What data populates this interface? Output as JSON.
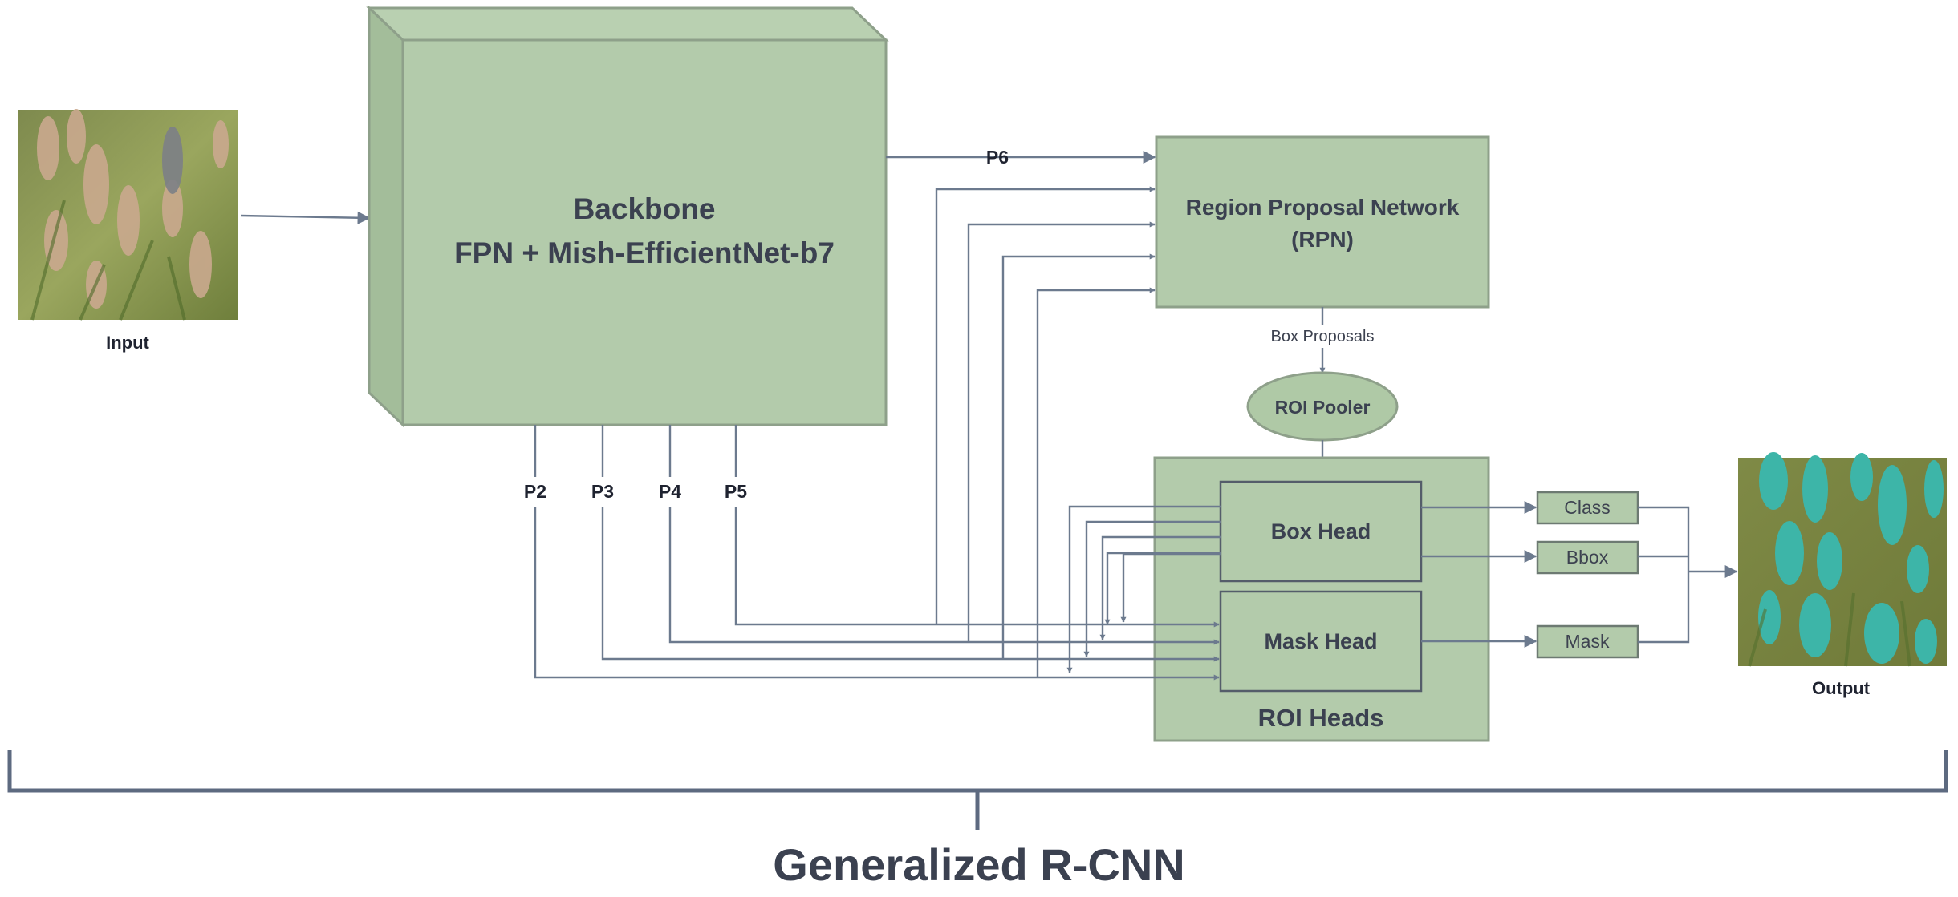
{
  "input": {
    "label": "Input"
  },
  "output": {
    "label": "Output"
  },
  "backbone": {
    "title": "Backbone",
    "subtitle": "FPN + Mish-EfficientNet-b7"
  },
  "rpn": {
    "title": "Region Proposal Network",
    "subtitle": "(RPN)"
  },
  "box_proposals": "Box Proposals",
  "roi_pooler": "ROI Pooler",
  "roi_heads": {
    "title": "ROI Heads",
    "box_head": "Box Head",
    "mask_head": "Mask Head"
  },
  "outputs": {
    "class": "Class",
    "bbox": "Bbox",
    "mask": "Mask"
  },
  "features": {
    "p2": "P2",
    "p3": "P3",
    "p4": "P4",
    "p5": "P5",
    "p6": "P6"
  },
  "framework_title": "Generalized R-CNN",
  "colors": {
    "block_fill": "#b3cbab",
    "wire": "#6c7a8e",
    "text": "#3b4150"
  }
}
